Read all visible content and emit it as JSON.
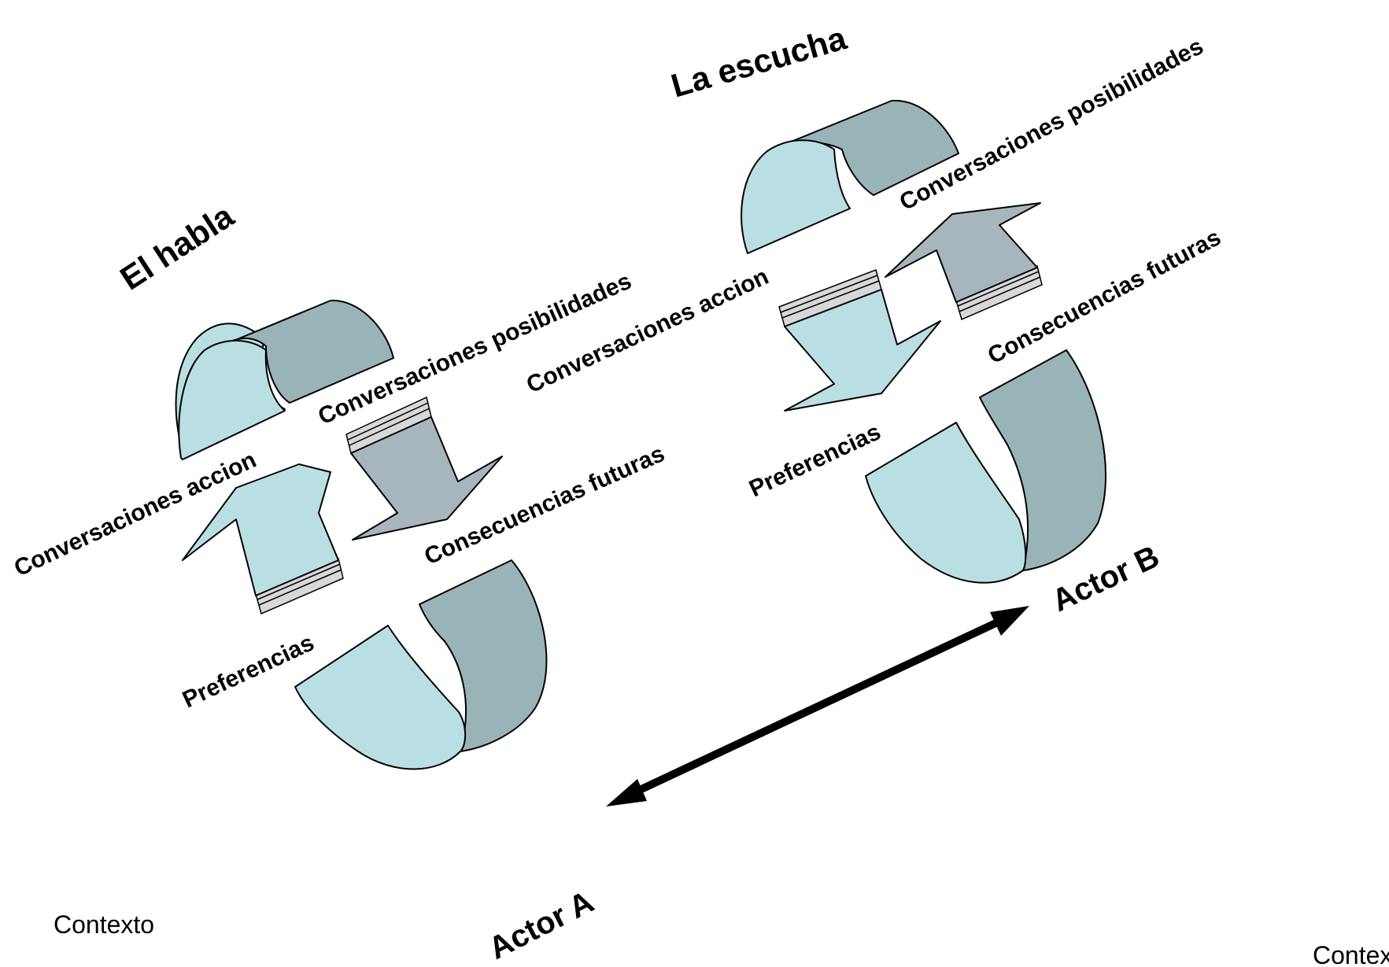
{
  "diagram": {
    "left_cycle": {
      "title": "El habla",
      "conversaciones_accion": "Conversaciones accion",
      "conversaciones_posibilidades": "Conversaciones posibilidades",
      "consecuencias_futuras": "Consecuencias futuras",
      "preferencias": "Preferencias"
    },
    "right_cycle": {
      "title": "La escucha",
      "conversaciones_accion": "Conversaciones accion",
      "conversaciones_posibilidades": "Conversaciones posibilidades",
      "consecuencias_futuras": "Consecuencias futuras",
      "preferencias": "Preferencias"
    },
    "actor_a": "Actor A",
    "actor_b": "Actor B",
    "context_left": "Contexto",
    "context_right": "Contex"
  },
  "colors": {
    "ribbon_light": "#b9dfe3",
    "ribbon_dark": "#98b4b7",
    "arrow_dark": "#a6b6bc"
  }
}
